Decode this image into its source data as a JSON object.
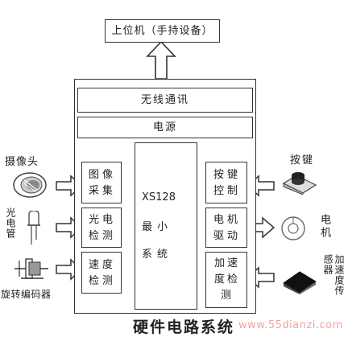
{
  "nodes": {
    "host": "上位机（手持设备）",
    "wireless": "无线通讯",
    "power": "电源",
    "mcu_name": "XS128",
    "mcu_desc": "最小系统",
    "image_capture": "图像采集",
    "photo_detect": "光电检测",
    "speed_detect": "速度检测",
    "key_control": "按键控制",
    "motor_drive": "电机驱动",
    "accel_detect": "加速度检测"
  },
  "devices": {
    "camera": "摄像头",
    "phototube": "光电管",
    "encoder": "旋转编码器",
    "button": "按键",
    "motor": "电机",
    "accel_sensor": "加速度传感器"
  },
  "caption": "硬件电路系统",
  "watermark": "www.55dianzi.com"
}
